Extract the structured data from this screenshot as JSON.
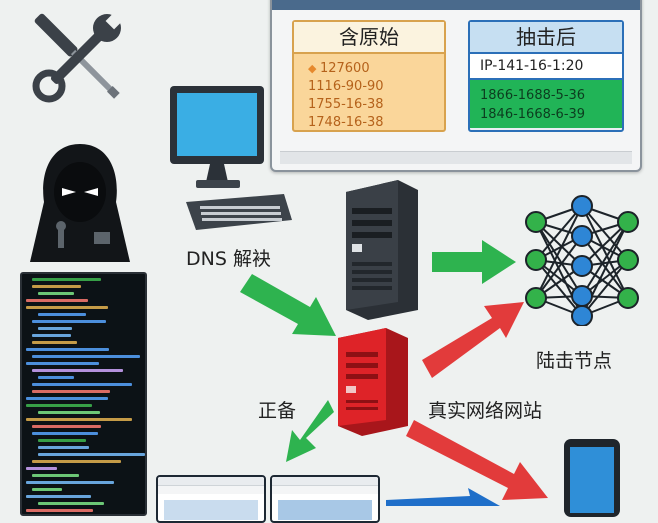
{
  "dns_response_panel": {
    "original_header": "含原始",
    "original_rows": [
      "127600",
      "1116-90-90",
      "1755-16-38",
      "1748-16-38"
    ],
    "hijacked_header": "抽击后",
    "hijacked_rows": [
      "IP-141-16-1:20",
      "1866-1688-5-36",
      "1846-1668-6-39"
    ]
  },
  "labels": {
    "dns_resolve": "DNS 解袂",
    "attack_nodes": "陆击节点",
    "normal": "正备",
    "real_websites": "真实网络网站"
  },
  "colors": {
    "green_arrow": "#2eb34f",
    "red_arrow": "#e23b3b",
    "blue_arrow": "#1f6fc9",
    "red_server": "#d91f26",
    "node_blue": "#2e86d6",
    "node_green": "#33b24a"
  }
}
